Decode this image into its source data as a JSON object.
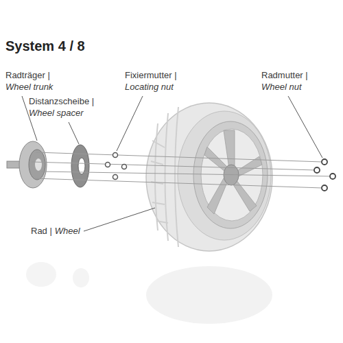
{
  "diagram": {
    "title": "System 4 / 8",
    "labels": [
      "Radträger |",
      "Wheel trunk",
      "Distanzscheibe |",
      "Wheel spacer",
      "Fixiermutter |",
      "Locating nut",
      "Radmutter |",
      "Wheel nut",
      "Rad |",
      "Wheel"
    ]
  }
}
